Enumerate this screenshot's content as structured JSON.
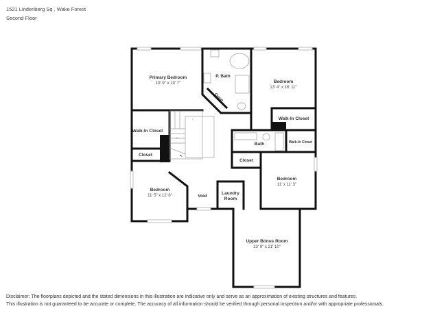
{
  "header": {
    "address": "1521 Lindenberg Sq , Wake Forest",
    "floor": "Second Floor"
  },
  "rooms": {
    "primary_bedroom": {
      "name": "Primary Bedroom",
      "dims": "19' 9\" x 19' 7\""
    },
    "p_bath": {
      "name": "P. Bath"
    },
    "primary_closet": {
      "name": "Closet"
    },
    "bedroom_ne": {
      "name": "Bedroom",
      "dims": "13' 4\" x 16' 11\""
    },
    "walkin_closet_ne": {
      "name": "Walk-In Closet"
    },
    "walkin_closet_w": {
      "name": "Walk-In Closet"
    },
    "closet_w": {
      "name": "Closet"
    },
    "bath": {
      "name": "Bath"
    },
    "walkin_closet_e": {
      "name": "Walk-In Closet"
    },
    "closet_center": {
      "name": "Closet"
    },
    "bedroom_e": {
      "name": "Bedroom",
      "dims": "11' x 11' 3\""
    },
    "bedroom_sw": {
      "name": "Bedroom",
      "dims": "11' 5\" x 12' 8\""
    },
    "void": {
      "name": "Void"
    },
    "laundry": {
      "name": "Laundry",
      "name2": "Room"
    },
    "bonus": {
      "name": "Upper Bonus Room",
      "dims": "13' 9\" x 21' 10\""
    }
  },
  "disclaimer": {
    "line1": "Disclaimer: The floorplans depicted and the stated dimensions in this illustration are indicative only and serve as an approximation of existing structures and features.",
    "line2": "This illustration is not guaranteed to be accurate or complete. The accuracy of all information should be verified through personal inspection and/or with appropriate professionals."
  }
}
